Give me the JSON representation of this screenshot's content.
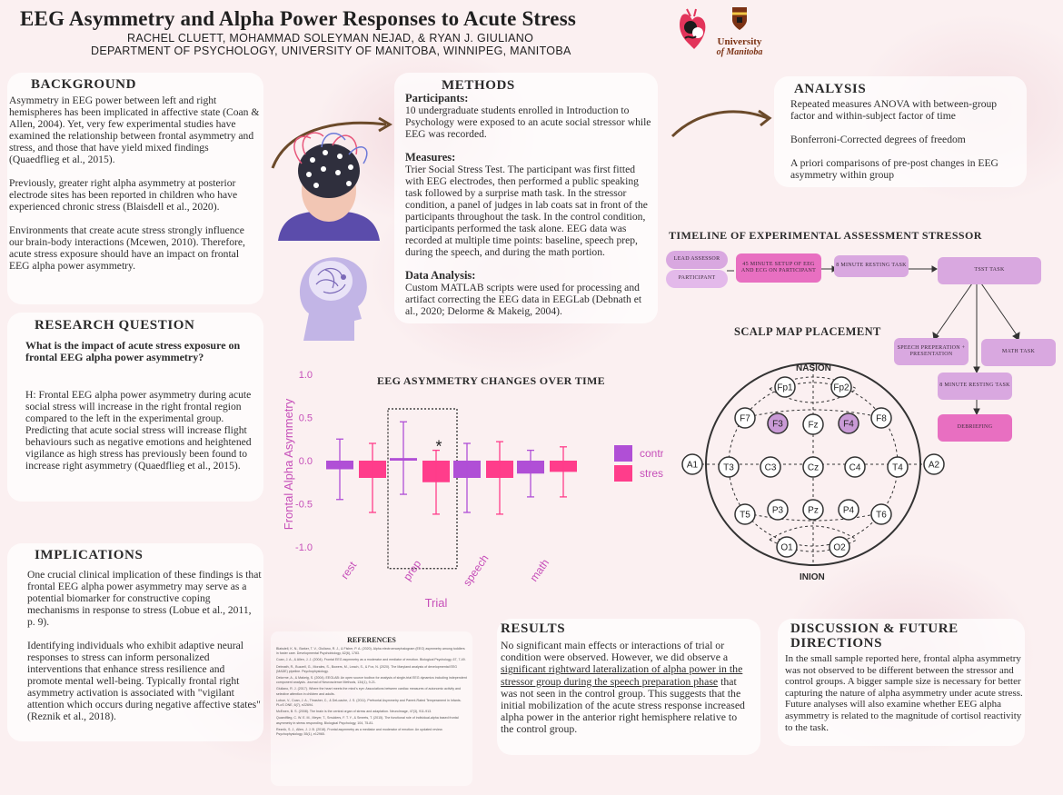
{
  "header": {
    "title": "EEG Asymmetry and Alpha Power Responses to Acute Stress",
    "authors": "RACHEL CLUETT, MOHAMMAD SOLEYMAN NEJAD, & RYAN J. GIULIANO",
    "department": "DEPARTMENT OF PSYCHOLOGY, UNIVERSITY OF MANITOBA, WINNIPEG, MANITOBA",
    "university_logo": "University of Manitoba",
    "logo_line1": "University",
    "logo_line2": "of Manitoba"
  },
  "background": {
    "heading": "BACKGROUND",
    "p1": "Asymmetry in EEG power between left and right hemispheres has been implicated in affective state (Coan & Allen, 2004). Yet, very few experimental studies have examined the relationship between frontal asymmetry and stress, and those that have yield mixed findings (Quaedflieg et al., 2015).",
    "p2": "Previously, greater right alpha asymmetry at posterior electrode sites has been reported in children who have experienced chronic stress (Blaisdell et al., 2020).",
    "p3": "Environments that create acute stress strongly influence our brain-body interactions (Mcewen, 2010). Therefore, acute stress exposure should have an impact on frontal EEG alpha power asymmetry."
  },
  "research_question": {
    "heading": "RESEARCH QUESTION",
    "question": "What is the impact of acute stress exposure on frontal EEG alpha power asymmetry?",
    "hypothesis": "H: Frontal EEG alpha power asymmetry during acute social stress will increase in the right frontal region compared to the left in the experimental group. Predicting that acute social stress will increase flight behaviours such as negative emotions and heightened vigilance as high stress has previously been found to increase right asymmetry (Quaedflieg et al., 2015)."
  },
  "implications": {
    "heading": "IMPLICATIONS",
    "p1": "One crucial clinical implication of these findings is that frontal EEG alpha power asymmetry may serve as a potential biomarker for constructive coping mechanisms in response to stress (Lobue et al., 2011, p. 9).",
    "p2": "Identifying individuals who exhibit adaptive neural responses to stress can inform personalized interventions that enhance stress resilience and promote mental well-being. Typically frontal right asymmetry activation is associated with \"vigilant attention which occurs during negative affective states\" (Reznik et al., 2018)."
  },
  "methods": {
    "heading": "METHODS",
    "participants_label": "Participants:",
    "participants": "10 undergraduate students enrolled in Introduction to Psychology were exposed to an acute social stressor while EEG was recorded.",
    "measures_label": "Measures:",
    "measures": "Trier Social Stress Test. The participant was first fitted with EEG electrodes, then performed a public speaking task followed by a surprise math task. In the stressor condition, a panel of judges in lab coats sat in front of the participants throughout the task. In the control condition, participants performed the task alone. EEG data was recorded at multiple time points: baseline, speech prep, during the speech, and during the math portion.",
    "analysis_label": "Data Analysis:",
    "analysis": "Custom MATLAB scripts were used for processing and artifact correcting the EEG data in EEGLab (Debnath et al., 2020; Delorme & Makeig, 2004)."
  },
  "analysis": {
    "heading": "ANALYSIS",
    "p1": "Repeated measures ANOVA with between-group factor and within-subject factor of time",
    "p2": "Bonferroni-Corrected degrees of freedom",
    "p3": "A priori comparisons of pre-post changes in EEG asymmetry within group"
  },
  "timeline": {
    "heading": "TIMELINE OF EXPERIMENTAL ASSESSMENT STRESSOR",
    "lead": "LEAD ASSESSOR",
    "participant": "PARTICIPANT",
    "setup": "45 MINUTE SETUP OF EEG AND ECG ON PARTICIPANT",
    "rest1": "8 MINUTE RESTING TASK",
    "tsst": "TSST TASK",
    "speech": "SPEECH PREPERATION + PRESENTATION",
    "math": "MATH TASK",
    "rest2": "8 MINUTE RESTING TASK",
    "debrief": "DEBRIEFING"
  },
  "scalp": {
    "heading": "SCALP MAP PLACEMENT",
    "nasion": "NASION",
    "inion": "INION",
    "electrodes": {
      "Fp1": "Fp1",
      "Fp2": "Fp2",
      "F7": "F7",
      "F3": "F3",
      "Fz": "Fz",
      "F4": "F4",
      "F8": "F8",
      "A1": "A1",
      "T3": "T3",
      "C3": "C3",
      "Cz": "Cz",
      "C4": "C4",
      "T4": "T4",
      "A2": "A2",
      "T5": "T5",
      "P3": "P3",
      "Pz": "Pz",
      "P4": "P4",
      "T6": "T6",
      "O1": "O1",
      "O2": "O2"
    }
  },
  "results": {
    "heading": "RESULTS",
    "pre": "No significant main effects or interactions of trial or condition were observed. However, we did observe a ",
    "underlined": "significant rightward lateralization of alpha power in the stressor group during the speech preparation phase",
    "post": " that was not seen in the control group. This suggests that the initial mobilization of the acute stress response increased alpha power in the anterior right hemisphere relative to the control group."
  },
  "discussion": {
    "heading": "DISCUSSION & FUTURE DIRECTIONS",
    "text": "In the small sample reported here, frontal alpha asymmetry was not observed to be different between the stressor and control groups. A bigger sample size is necessary for better capturing the nature of alpha asymmetry under acute stress. Future analyses will also examine whether EEG alpha asymmetry is related to the magnitude of cortisol reactivity to the task."
  },
  "references": {
    "heading": "REFERENCES",
    "items": [
      "Blaisdell, K. N., Barker, T. V., Giuliano, R. J., & Fisher, P. A. (2020). Alpha electroencephalogram (EEG) asymmetry among toddlers in foster care. Developmental Psychobiology, 62(6), 1783.",
      "Coan, J. A., & Allen, J. J. (2004). Frontal EEG asymmetry as a moderator and mediator of emotion. Biological Psychology, 67, 7-49.",
      "Debnath, R., Buzzell, G., Morales, S., Bowers, M., Leach, S., & Fox, N. (2020). The Maryland analysis of developmental EEG (MADE) pipeline. Psychophysiology.",
      "Delorme, A., & Makeig, S. (2004). EEGLAB: An open source toolbox for analysis of single-trial EEG dynamics including independent component analysis. Journal of Neuroscience Methods, 134(1), 9-21.",
      "Giuliano, R. J. (2017). Where the heart meets the mind's eye: Associations between cardiac measures of autonomic activity and selective attention in children and adults.",
      "Lobue, V., Coan, J. A., Thrasher, C., & DeLoache, J. S. (2011). Prefrontal Asymmetry and Parent-Rated Temperament in Infants. PLoS ONE, 6(7), e22694.",
      "McEwen, B. S. (2008). The brain is the central organ of stress and adaptation. NeuroImage, 47(3), 911-913.",
      "Quaedflieg, C. W. E. M., Meyer, T., Smulders, F. T. Y., & Smeets, T. (2015). The functional role of individual-alpha based frontal asymmetry in stress responding. Biological Psychology, 104, 75-81.",
      "Reznik, S. J., Allen, J. J. B. (2018). Frontal asymmetry as a mediator and moderator of emotion: An updated review. Psychophysiology, 55(1), e12965."
    ]
  },
  "chart_data": {
    "type": "bar",
    "title": "EEG ASYMMETRY CHANGES OVER TIME",
    "xlabel": "Trial",
    "ylabel": "Frontal Alpha Asymmetry",
    "ylim": [
      -1.0,
      1.0
    ],
    "yticks": [
      "1.0",
      "0.5",
      "0.0",
      "-0.5",
      "-1.0"
    ],
    "categories": [
      "rest",
      "prep",
      "speech",
      "math"
    ],
    "series": [
      {
        "name": "control",
        "values": [
          -0.1,
          0.03,
          -0.2,
          -0.15
        ],
        "errors": [
          0.35,
          0.42,
          0.4,
          0.27
        ],
        "color": "#b04fd6"
      },
      {
        "name": "stressor",
        "values": [
          -0.2,
          -0.25,
          -0.2,
          -0.13
        ],
        "errors": [
          0.4,
          0.37,
          0.42,
          0.29
        ],
        "color": "#ff3d8b"
      }
    ],
    "annotation": "*",
    "highlight_category": "prep",
    "legend": "right"
  }
}
